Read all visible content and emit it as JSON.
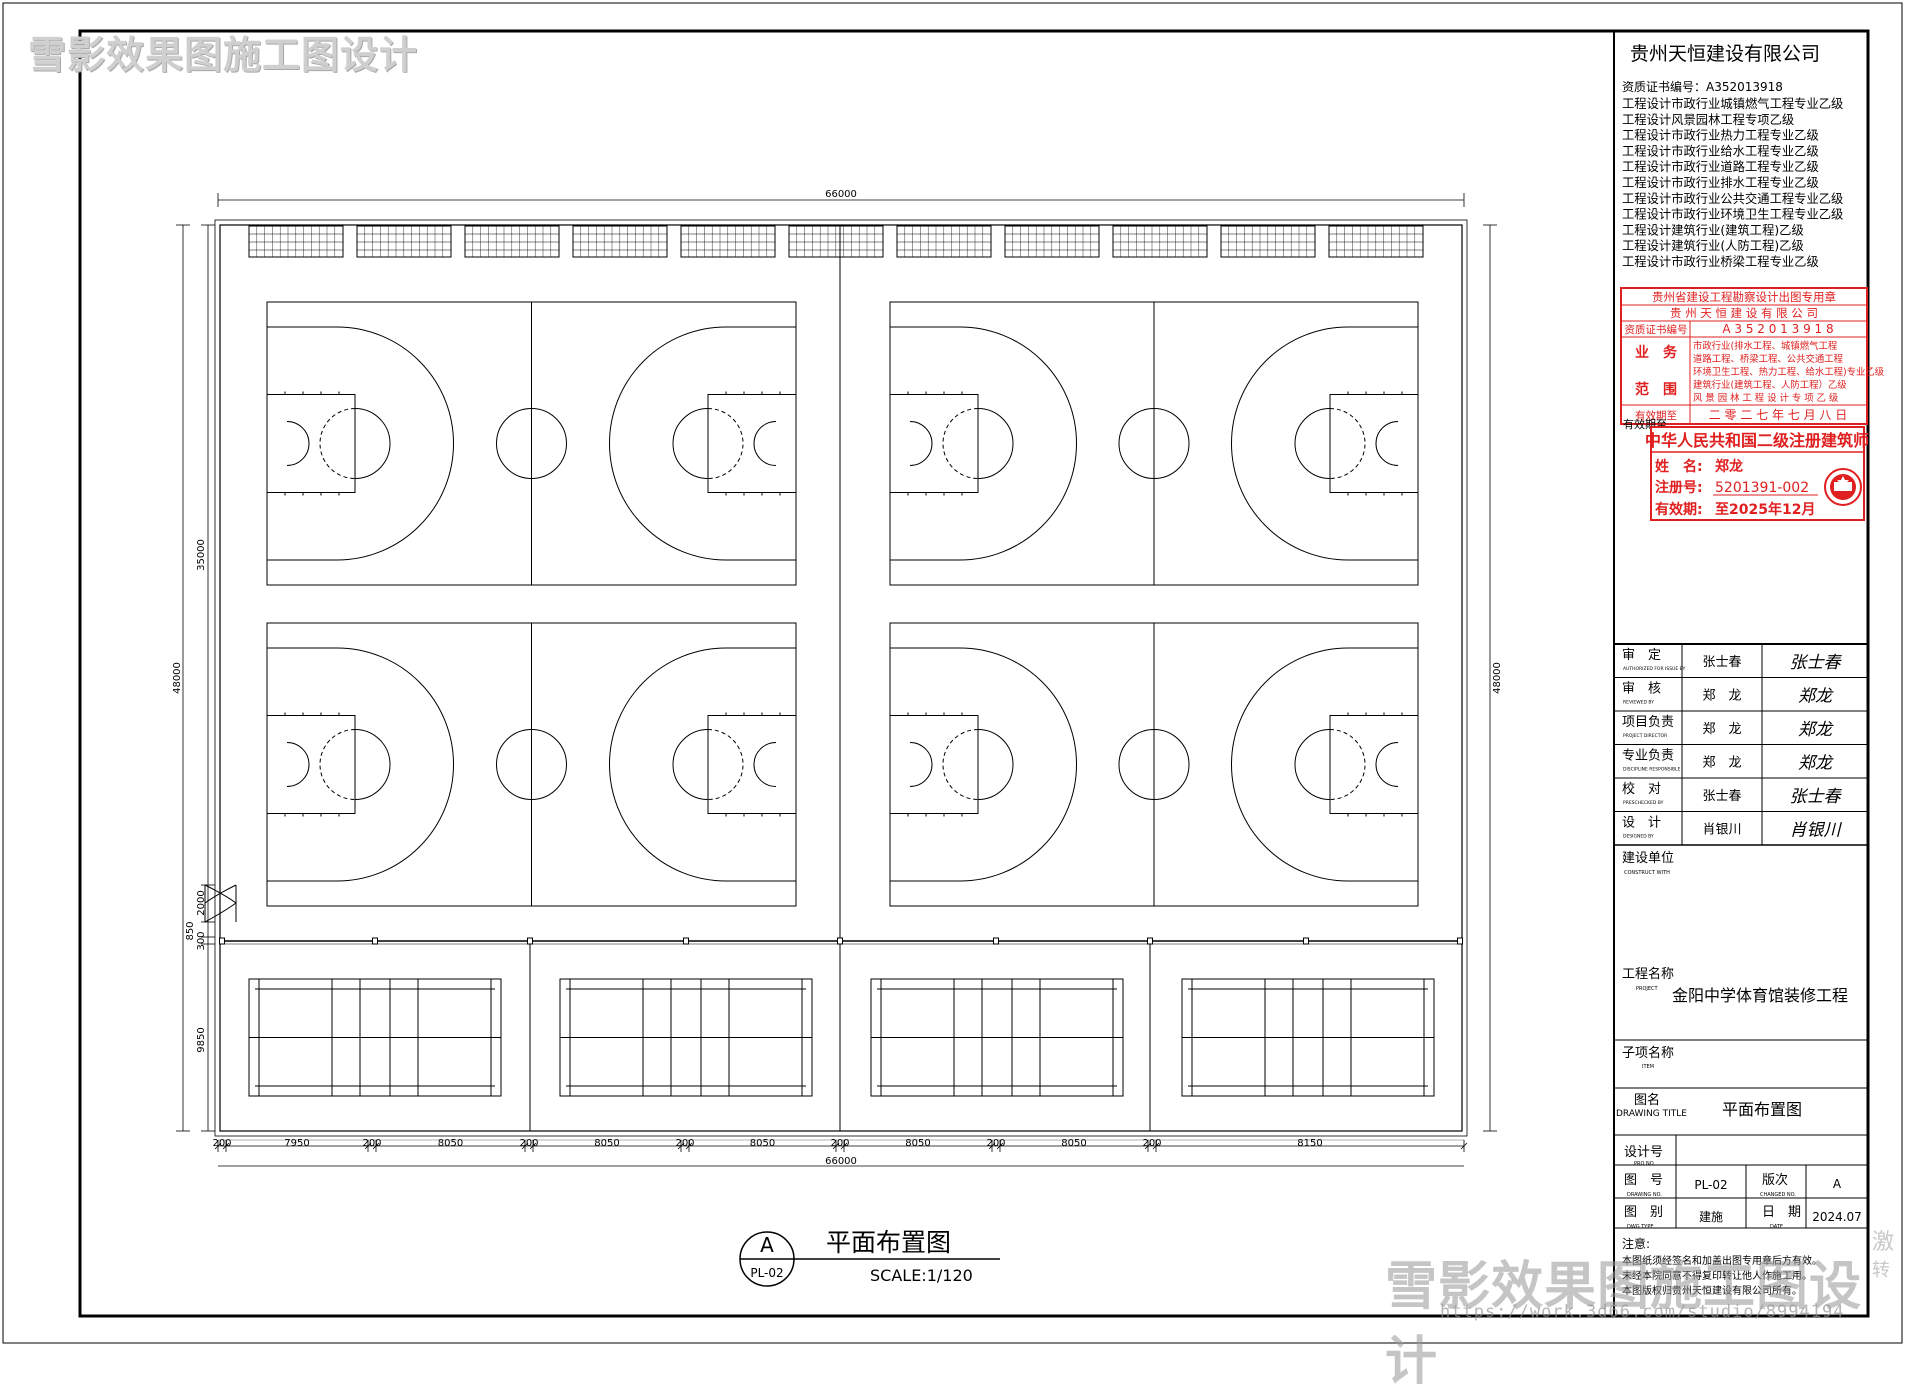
{
  "watermark": {
    "top_text": "雪影效果图施工图设计",
    "bottom_text": "雪影效果图施工图设计",
    "url": "https://work.3d66.com/studio/8994194",
    "side_text_1": "激",
    "side_text_2": "转"
  },
  "company": {
    "name": "贵州天恒建设有限公司",
    "cert_no": "资质证书编号：A352013918",
    "qualifications": [
      "工程设计市政行业城镇燃气工程专业乙级",
      "工程设计风景园林工程专项乙级",
      "工程设计市政行业热力工程专业乙级",
      "工程设计市政行业给水工程专业乙级",
      "工程设计市政行业道路工程专业乙级",
      "工程设计市政行业排水工程专业乙级",
      "工程设计市政行业公共交通工程专业乙级",
      "工程设计市政行业环境卫生工程专业乙级",
      "工程设计建筑行业(建筑工程)乙级",
      "工程设计建筑行业(人防工程)乙级",
      "工程设计市政行业桥梁工程专业乙级"
    ]
  },
  "seal": {
    "title": "贵州省建设工程勘察设计出图专用章",
    "company": "贵 州 天 恒 建 设 有 限 公 司",
    "cert_label": "资质证书编号",
    "cert_value": "A 3 5 2 0 1 3 9 1 8",
    "scope_label_1": "业　务",
    "scope_label_2": "范　围",
    "scope_lines": [
      "市政行业(排水工程、城镇燃气工程",
      "道路工程、桥梁工程、公共交通工程",
      "环境卫生工程、热力工程、给水工程)专业乙级",
      "建筑行业(建筑工程、人防工程）乙级",
      "风 景 园 林 工 程 设 计 专 项 乙 级"
    ],
    "valid_label": "有效期至",
    "valid_value": "二 零 二 七 年 七 月 八 日",
    "overlap_text": "有效期至"
  },
  "architect_stamp": {
    "title": "中华人民共和国二级注册建筑师",
    "name_label": "姓　名:",
    "name_value": "郑龙",
    "reg_label": "注册号:",
    "reg_value": "5201391-002",
    "valid_label": "有效期:",
    "valid_value": "至2025年12月"
  },
  "signatures": [
    {
      "label": "审　定",
      "label_en": "AUTHORIZED FOR ISSUE BY",
      "name": "张士春",
      "sign": "张士春"
    },
    {
      "label": "审　核",
      "label_en": "REVIEWED BY",
      "name": "郑　龙",
      "sign": "郑龙"
    },
    {
      "label": "项目负责",
      "label_en": "PROJECT DIRECTOR",
      "name": "郑　龙",
      "sign": "郑龙"
    },
    {
      "label": "专业负责",
      "label_en": "DISCIPLINE RESPONSIBLE",
      "name": "郑　龙",
      "sign": "郑龙"
    },
    {
      "label": "校　对",
      "label_en": "PRESCHECKED BY",
      "name": "张士春",
      "sign": "张士春"
    },
    {
      "label": "设　计",
      "label_en": "DESIGNED BY",
      "name": "肖银川",
      "sign": "肖银川"
    }
  ],
  "project_info": {
    "client_label": "建设单位",
    "client_label_en": "CONSTRUCT WITH",
    "project_label": "工程名称",
    "project_label_en": "PROJECT",
    "project_name": "金阳中学体育馆装修工程",
    "item_label": "子项名称",
    "item_label_en": "ITEM",
    "drawing_title_label": "图名",
    "drawing_title_label_en": "DRAWING TITLE",
    "drawing_title": "平面布置图",
    "design_no_label": "设计号",
    "design_no_label_en": "PRO NO.",
    "drawing_no_label": "图　号",
    "drawing_no_label_en": "DRAWING NO.",
    "drawing_no": "PL-02",
    "version_label": "版次",
    "version_label_en": "CHANGED NO.",
    "version": "A",
    "type_label": "图　别",
    "type_label_en": "DWG TYPE",
    "type": "建施",
    "date_label": "日　期",
    "date_label_en": "DATE",
    "date": "2024.07",
    "notes_label": "注意:",
    "notes": [
      "本图纸须经签名和加盖出图专用章后方有效。",
      "未经本院同意不得复印转让他人作施工用。",
      "本图版权归贵州天恒建设有限公司所有。"
    ]
  },
  "plan": {
    "title": "平面布置图",
    "scale": "SCALE:1/120",
    "ref_letter": "A",
    "ref_sheet": "PL-02",
    "dim_top": "66000",
    "dim_bottom_total": "66000",
    "dim_left_outer": "48000",
    "dim_left_inner": "35000",
    "dim_left_gap1": "2000",
    "dim_left_gap2": "850",
    "dim_left_gap3": "300",
    "dim_left_bottom": "9850",
    "dim_right": "48000",
    "dim_bottom_segments": [
      "200",
      "7950",
      "200",
      "8050",
      "200",
      "8050",
      "200",
      "8050",
      "200",
      "8050",
      "200",
      "8050",
      "200",
      "8150"
    ]
  },
  "colors": {
    "line": "#000000",
    "stamp_red": "#e02020",
    "watermark": "#cfcfcf"
  }
}
